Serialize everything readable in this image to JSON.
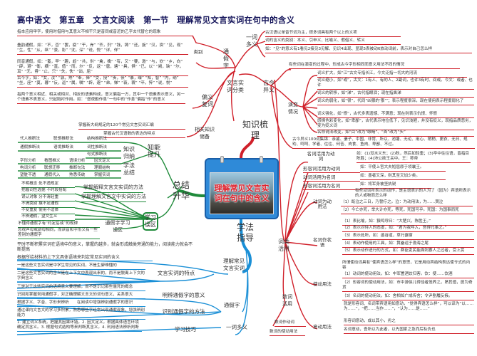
{
  "header": {
    "title": "高中语文　第五章　文言文阅读　第一节　理解常见文言实词在句中的含义"
  },
  "colors": {
    "knowledge": "#d0202a",
    "summary": "#1f8a3a",
    "guide": "#1a8fd6",
    "title": "#14145a"
  },
  "center": {
    "title": "理解常见文言实词在句中的含义",
    "icon": "calendar-picture-icon"
  },
  "knowledge": {
    "label": "知识梳理",
    "classify_label": "文言实词分类",
    "tongjia": {
      "label": "通假字",
      "def": "指本应用甲字，使用时借用与其意义不相干只是音同或音近的乙字去代替它的现象",
      "types_label": "类别",
      "types": [
        "叠韵通假，如：“不，否” “罢，疲” “干，岸” “齐，剂” “钱，铸” “还，旋” “汉，涣” “见，现” “生，性” “从，纵” “景，影” “沈，深” “说，悦” “详，佯”",
        "同音通假，如：“蚤，早” “趣，趋” “共，供” “禽，擒” “有，又” “要，邀” “与，欤” “乡，向” “辟，避” “衡，横” “直，值” “而，尔” “反，返” “唐，塘” “具，俱” “已，以” “阙，缺” “尔，耳” “无，毋” “止，只” “失，佚” “诎，屈”",
        "古今字，如：“女，汝” “孰，熟” “奉，俸” “受，授” “责，债” “暴，曝” “知，智” “内，纳” “坐，座” “莫，暮” “反，返” “属，嘱” “辟，避” “弟，悌” “衰，蓑” “卒，猝” “说，悦”"
      ]
    },
    "pianyi": {
      "label": "偏义复词",
      "def": "指两个意义相近、相关或相对、相反的语素构成，意义偏指一方，其中一个语素表示意义，另一个语素不表意义，只起陪衬作用。如：“昼夜勤作息”一句中的“作息”偏指“作”的意义"
    },
    "reserve": {
      "label": "相关知识储备",
      "items": [
        "掌握新大纲规定的120个常见文言实词汇编",
        "掌握古代汉语数的表达的特点"
      ]
    },
    "polysemy": {
      "label": "一词多义",
      "items": [
        "古汉语以单音节词为主，很多词具有两个以上的义项",
        "词的含义的类别：本义、引申义、比喻义、假借义、转义",
        "如：“见”的意义有1看见2接见3见解、见识4出现、显现5表被动6放动词前，表示对自己怎么样"
      ]
    },
    "ancient": {
      "label": "古今异义",
      "def": "有些词在演变的过程中，形成古今字形相同而意义用法不同的情况",
      "evolve_label": "演变情况",
      "evolve": [
        "词义扩大，如“江”古文专指长江，今文泛指一切大的河流",
        "词义缩小，如“或”，古文：1有人、有的人、2副词，也许3有时、间或。今文：或者、也许",
        "词义的转移，如“涕”，古代指眼泪；现在指鼻涕",
        "词义的弱化，如“很”，代同“凶狠的‘狠’”；表示程度很深，现在使用表示程度弱化了",
        "词义强化，如“恨”，古代多表遗憾、不满意；现在则表示仇恨、怀恨",
        "感情色彩变化，如“卑鄙”，古代表示地位低下，见识浅陋，并没有贬义，现指品质恶劣，变为贬义词",
        "名称说法改变，如“目”改为“眼睛”、“首”改为“头”"
      ],
      "words": "古今异义100词集锦：亲戚、妻子、中国、非常、所以、池塘、无论、用心、稍稍、更衣、无日、规劝、呵呵、学者、往往、何苦、肉食、鱼肉、卑鄙、不过。"
    },
    "wordclass": {
      "label": "词类活用",
      "n2v": {
        "label": "名词活用为动词",
        "text": "如：(1)没水义东；(2)秋，然后如轻重；(3)卒中往往语，皆指目陈胜；(4)沛公欲王关中。王：称帝"
      },
      "a2v": {
        "label": "形容词活用为动词",
        "text": "如：平使上官大夫短屈原于顷襄王。"
      },
      "v2n": {
        "label": "动词活用为名词",
        "text": "如：墨者又深，则其至又加少矣。"
      },
      "a2n": {
        "label": "形容词活用为名词",
        "text": "如：将军身被坚执锐"
      },
      "weidong": {
        "label": "动词为动用法",
        "def": "有些动词所表示的动作，是主语表示的人为了（因为）宾语所表示的人或物而怎么样",
        "items": [
          "（1）既泣之三日，乃誓疗之。泣：为动用法，为……哭泣",
          "（2）今亡亦死，举大计亦死，等死，死国可乎。死国：为国事而死"
        ]
      },
      "adverbial": {
        "label": "名词作状语",
        "items": [
          "（1）表比喻，如：猿鸣呼曰：“大楚兴，陈胜王。”",
          "（2）表示对待人的态度，如：“君为我呼入，吾得兄事之。”",
          "（3）表示处所，如：函谷道，草行露宿",
          "（4）表动作使用的工具，如：箕畚运于渤海之尾",
          "（5）表示动作进行的方式，如：群臣吏民能面刺寡人之过者，受上赏"
        ]
      },
      "causative": {
        "label": "使动用法",
        "def": "所谓使动词具有“使宾语怎么样”的意思，它是用动宾结构表达使令式的内容",
        "items": [
          "（1）动词的使动用法，如：中军置酒饮归客。饮：使……饮酒",
          "（2）形容词的使动用法，如：市中游侠儿得佳者笼养之，昂其值，居为奇货",
          "（3）名词的使动用法，如：舍相如广成传舍；令尹割履反掖。"
        ]
      },
      "putative": {
        "label": "意动用法",
        "def": "就是形容词、名词带宾语用如意动，“觉得宾语怎么样”，可以译为“以……为……”，“把……当作……”，“认为……是……”",
        "items": [
          "形容词意动，成以其小，劣之",
          "名词意动，吾所以为此者，以先国家之急而后私仇也"
        ]
      }
    },
    "numeral": {
      "label": "数词活用",
      "items": [
        "数词作动词",
        "数词的使动用法"
      ]
    }
  },
  "summary": {
    "label": "总结升华",
    "ability": {
      "label": "知能提升",
      "induce_label": "知识归纳",
      "induce": [
        [
          "代人推断法",
          "联想推断法",
          "结构推断法"
        ],
        [
          "通假推断法",
          "语境推断法",
          "词性推断法"
        ],
        [
          "句式推断法"
        ]
      ],
      "method_label": "学法总结",
      "method": [
        [
          "字形分析",
          "看图推义",
          "语境分析",
          "因文定义"
        ],
        [
          "构词分析",
          "联想迁移",
          "推断句法",
          "理顺结构"
        ],
        [
          "望脏不透",
          "通假代入",
          "熟悉传统",
          "掌握实词"
        ]
      ]
    },
    "methods": [
      "掌握解释文言文实词的方法",
      "掌握理解文言文中实词的方法"
    ],
    "pitfalls": {
      "label": "学习误区",
      "items": [
        "不明概念 处不透规定",
        "把握词性选据 不时段搭配",
        "误认对象 分不清轻重",
        "不清类别 撰不足通假",
        "不变重复 使用不适体",
        "不辨通假，望文生义"
      ],
      "tongjia_label": "通假字学习误区",
      "tongjia": [
        "不懂得通假字有“约定俗成”的规律",
        "忽视声母或韵母相同，而读音和字形又有一些差别的通假字"
      ]
    }
  },
  "guide": {
    "label": "学法指导",
    "accumulate": "平时不断积累实词在语境中的意义，掌握的越多，就会形成触类旁通的能力，阅读能力就会不断提高",
    "understand": {
      "label": "理解常见文言实词",
      "items": [
        "根据所给材料的上下文具体语境来判定常见实词的含义"
      ],
      "feature_label": "文言实词的特点",
      "features": [
        "一是这些文言实词是中学生常见的实词，不是生僻难懂的",
        "二是这些文言实词的含义是在上下文中表现出来的，而不是脱离上下文的字典含义",
        "三是对于这些实词的语境意义要理解，而不是识记那些僵死的概念"
      ]
    },
    "tongjia": {
      "label": "通假字",
      "meaning_label": "明辨通假字的意义",
      "meaning": "识别和掌握常用通假字，对正确理解文言文的词句意义，关系很大",
      "method_label": "识别通假字的方法",
      "methods": [
        "根据字义、字音、字形来辨析　　在阅读中增强辨别通假字的意识",
        "通过课内文言文的学习多积累，熟悉哪些字经常出现通假现象，增强辨别能力"
      ]
    },
    "polysemy": {
      "label": "一词多义",
      "skill_label": "学习技巧",
      "skill": "1. 建立词义系统，把握其因果环链。2. 因文定义，根据具体语言环境确定其含义。3. 根据句式结构等来判断其含义。4. 利用语法辨析判断"
    }
  }
}
